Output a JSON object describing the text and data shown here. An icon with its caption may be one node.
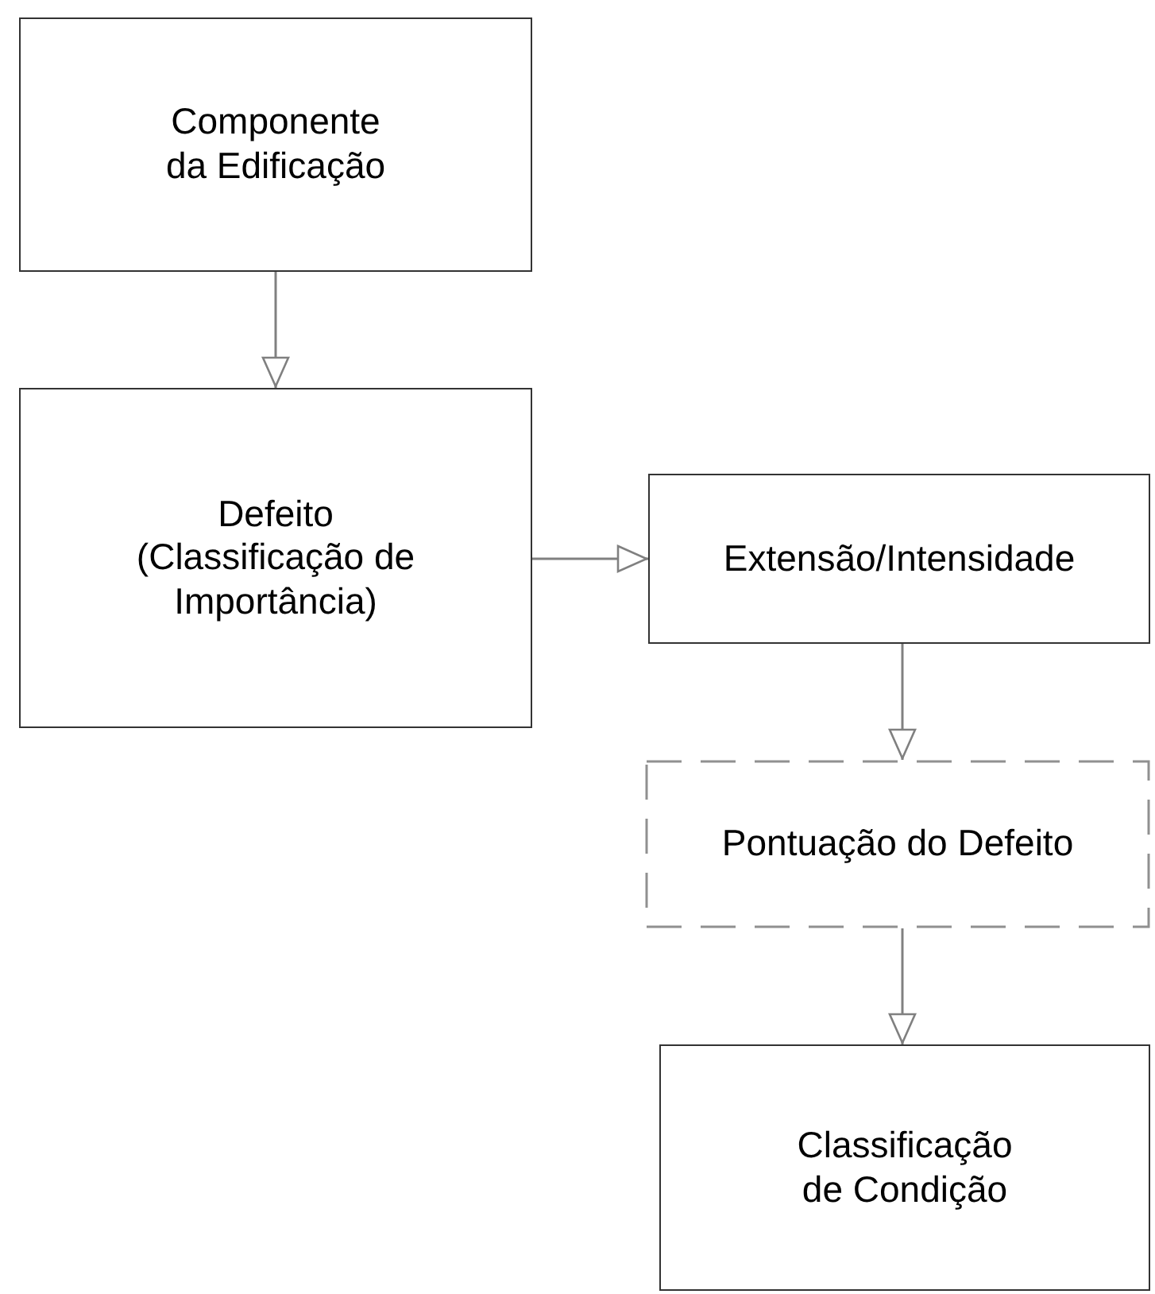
{
  "diagram": {
    "nodes": [
      {
        "text": [
          "Componente da Edificação"
        ]
      },
      {
        "text": [
          "Defeito (Classificação de Importância)"
        ]
      },
      {
        "text": [
          "Extensão/Intensidade"
        ]
      },
      {
        "text": [
          "Pontuação do Defeito"
        ]
      },
      {
        "text": [
          "Classificação de Condição"
        ]
      }
    ],
    "edges": [
      {
        "from": 0,
        "to": 1,
        "arrow": "to"
      },
      {
        "from": 1,
        "to": 2,
        "arrow": "to"
      },
      {
        "from": 2,
        "to": 3,
        "arrow": "to"
      },
      {
        "from": 3,
        "to": 4,
        "arrow": "to"
      }
    ]
  }
}
